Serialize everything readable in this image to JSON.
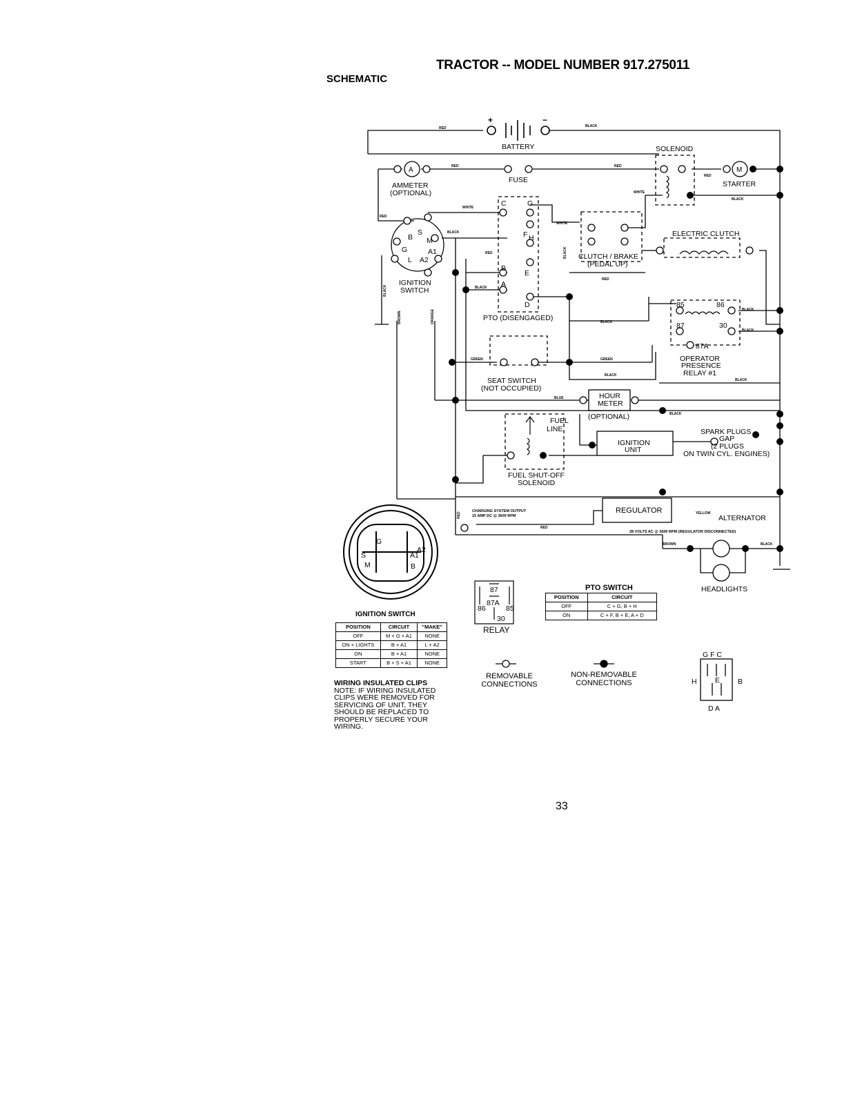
{
  "header": {
    "title": "TRACTOR -- MODEL NUMBER 917.275011",
    "subtitle": "SCHEMATIC"
  },
  "components": {
    "battery": "BATTERY",
    "solenoid": "SOLENOID",
    "fuse": "FUSE",
    "ammeter": "AMMETER",
    "ammeter_opt": "(OPTIONAL)",
    "starter": "STARTER",
    "ignition_switch": "IGNITION",
    "ignition_switch2": "SWITCH",
    "electric_clutch": "ELECTRIC CLUTCH",
    "clutch_brake": "CLUTCH / BRAKE",
    "clutch_brake2": "(PEDAL UP)",
    "pto_disengaged": "PTO (DISENGAGED)",
    "operator_relay1": "OPERATOR",
    "operator_relay2": "PRESENCE",
    "operator_relay3": "RELAY #1",
    "seat_switch1": "SEAT SWITCH",
    "seat_switch2": "(NOT OCCUPIED)",
    "hour_meter1": "HOUR",
    "hour_meter2": "METER",
    "hour_meter_opt": "(OPTIONAL)",
    "fuel_line1": "FUEL",
    "fuel_line2": "LINE",
    "ignition_unit1": "IGNITION",
    "ignition_unit2": "UNIT",
    "spark1": "SPARK PLUGS",
    "spark2": "GAP",
    "spark3": "(2 PLUGS",
    "spark4": "ON TWIN CYL. ENGINES)",
    "fuel_shutoff1": "FUEL SHUT-OFF",
    "fuel_shutoff2": "SOLENOID",
    "regulator": "REGULATOR",
    "alternator": "ALTERNATOR",
    "charging1": "CHARGING SYSTEM OUTPUT",
    "charging2": "15 AMP DC @ 3600 RPM",
    "alt_ac": "28 VOLTS AC @ 3600 RPM (REGULATOR DISCONNECTED)",
    "headlights": "HEADLIGHTS"
  },
  "terminals": {
    "plus": "+",
    "minus": "−",
    "ammeter_a": "A",
    "starter_m": "M",
    "ign_b": "B",
    "ign_s": "S",
    "ign_m": "M",
    "ign_g": "G",
    "ign_a1": "A1",
    "ign_l": "L",
    "ign_a2": "A2",
    "pto_c": "C",
    "pto_g": "G",
    "pto_f": "F",
    "pto_h": "H",
    "pto_b": "B",
    "pto_e": "E",
    "pto_a": "A",
    "pto_d": "D",
    "relay_85": "85",
    "relay_86": "86",
    "relay_87": "87",
    "relay_30": "30",
    "relay_87a": "87A"
  },
  "wire_colors": {
    "red": "RED",
    "black": "BLACK",
    "white": "WHITE",
    "green": "GREEN",
    "blue": "BLUE",
    "brown": "BROWN",
    "orange": "ORANGE",
    "yellow": "YELLOW"
  },
  "ignition_diagram": {
    "labels": [
      "G",
      "A1",
      "S",
      "A2",
      "M",
      "B"
    ]
  },
  "ignition_table": {
    "title": "IGNITION SWITCH",
    "headers": [
      "POSITION",
      "CIRCUIT",
      "\"MAKE\""
    ],
    "rows": [
      [
        "OFF",
        "M + G + A1",
        "NONE"
      ],
      [
        "ON + LIGHTS",
        "B + A1",
        "L + A2"
      ],
      [
        "ON",
        "B + A1",
        "NONE"
      ],
      [
        "START",
        "B + S + A1",
        "NONE"
      ]
    ]
  },
  "relay_icon": {
    "title": "RELAY",
    "pins": [
      "87",
      "87A",
      "86",
      "85",
      "30"
    ]
  },
  "pto_table": {
    "title": "PTO SWITCH",
    "headers": [
      "POSITION",
      "CIRCUIT"
    ],
    "rows": [
      [
        "OFF",
        "C + G, B + H"
      ],
      [
        "ON",
        "C + F, B + E, A + D"
      ]
    ]
  },
  "legend": {
    "removable": "REMOVABLE CONNECTIONS",
    "removable1": "REMOVABLE",
    "removable2": "CONNECTIONS",
    "non_removable1": "NON-REMOVABLE",
    "non_removable2": "CONNECTIONS"
  },
  "pto_pin_diagram": {
    "top": "G F C",
    "left": "H",
    "middle": "E",
    "right": "B",
    "bottom": "D A"
  },
  "note": {
    "heading": "WIRING INSULATED CLIPS",
    "body": "NOTE: IF WIRING INSULATED CLIPS WERE REMOVED FOR SERVICING OF UNIT, THEY SHOULD BE REPLACED TO PROPERLY SECURE YOUR WIRING."
  },
  "page_number": "33"
}
